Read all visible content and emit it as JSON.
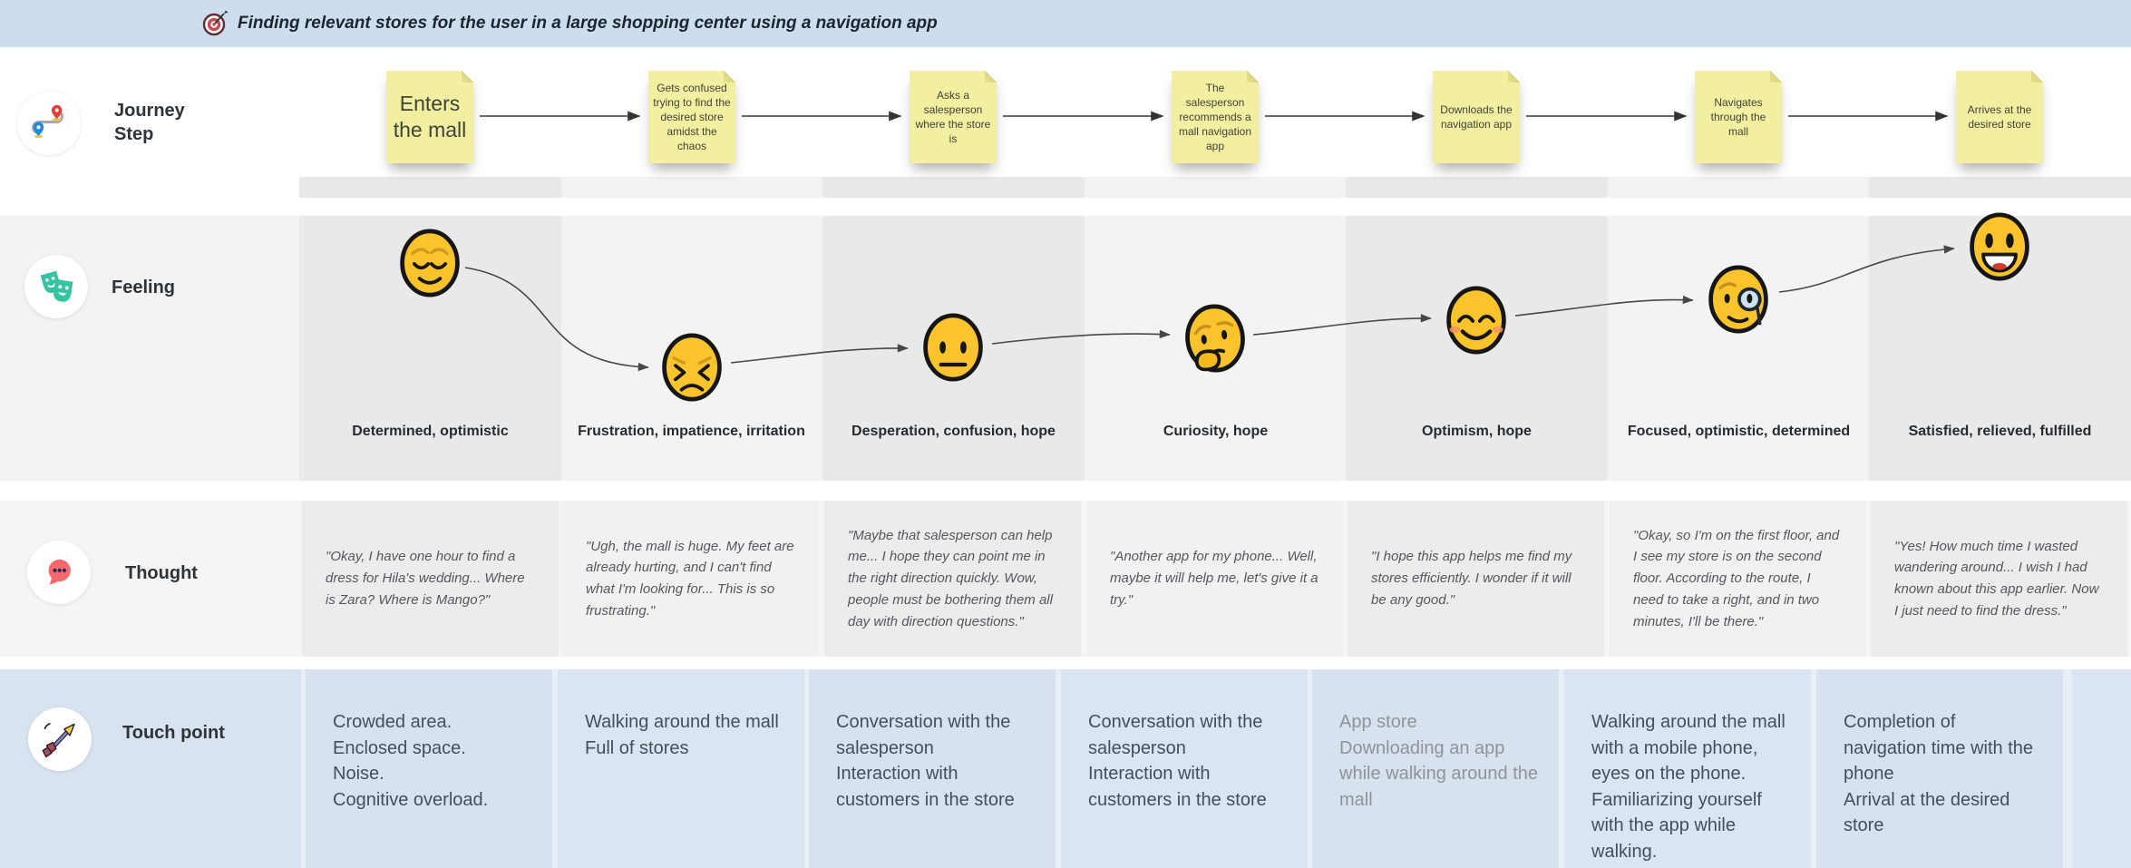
{
  "header": {
    "icon": "target-icon",
    "title": "Finding relevant stores for the user in a large shopping center using a navigation app"
  },
  "rows": {
    "journey": {
      "label": "Journey Step",
      "icon": "route-icon"
    },
    "feeling": {
      "label": "Feeling",
      "icon": "theater-masks-icon"
    },
    "thought": {
      "label": "Thought",
      "icon": "speech-bubble-icon"
    },
    "touchpoint": {
      "label": "Touch point",
      "icon": "arrow-dart-icon"
    }
  },
  "journey_steps": [
    "Enters the mall",
    "Gets confused trying to find the desired store amidst the chaos",
    "Asks a salesperson where the store is",
    "The salesperson recommends a mall navigation app",
    "Downloads the navigation app",
    "Navigates through the mall",
    "Arrives at the desired store"
  ],
  "feelings": [
    {
      "emoji": "relieved-face",
      "label": "Determined, optimistic"
    },
    {
      "emoji": "frustrated-face",
      "label": "Frustration, impatience, irritation"
    },
    {
      "emoji": "neutral-face",
      "label": "Desperation, confusion, hope"
    },
    {
      "emoji": "thinking-face",
      "label": "Curiosity, hope"
    },
    {
      "emoji": "smiling-face",
      "label": "Optimism, hope"
    },
    {
      "emoji": "monocle-face",
      "label": "Focused, optimistic, determined"
    },
    {
      "emoji": "grinning-face",
      "label": "Satisfied, relieved, fulfilled"
    }
  ],
  "thoughts": [
    "\"Okay, I have one hour to find a dress for Hila's wedding... Where is Zara? Where is Mango?\"",
    "\"Ugh, the mall is huge. My feet are already hurting, and I can't find what I'm looking for... This is so frustrating.\"",
    "\"Maybe that salesperson can help me... I hope they can point me in the right direction quickly. Wow, people must be bothering them all day with direction questions.\"",
    "\"Another app for my phone... Well, maybe it will help me, let's give it a try.\"",
    "\"I hope this app helps me find my stores efficiently. I wonder if it will be any good.\"",
    "\"Okay, so I'm on the first floor, and I see my store is on the second floor. According to the route, I need to take a right, and in two minutes, I'll be there.\"",
    "\"Yes! How much time I wasted wandering around... I wish I had known about this app earlier. Now I just need to find the dress.\""
  ],
  "touchpoints": [
    "Crowded area.\nEnclosed space.\nNoise.\nCognitive overload.",
    "Walking around the mall\nFull of stores",
    "Conversation with the salesperson\nInteraction with customers in the store",
    "Conversation with the salesperson\nInteraction with customers in the store",
    "App store\nDownloading an app while walking around the mall",
    "Walking around the mall with a mobile phone, eyes on the phone.\nFamiliarizing yourself with the app while walking.",
    "Completion of navigation time with the phone\nArrival at the desired store"
  ],
  "colors": {
    "header_bg": "#cdddee",
    "sticky_yellow": "#f2efa1",
    "touchpoint_card": "#d7e2ee",
    "band_odd": "#e9e9e9",
    "band_even": "#f3f3f3",
    "emoji_yellow": "#fcc42c"
  }
}
